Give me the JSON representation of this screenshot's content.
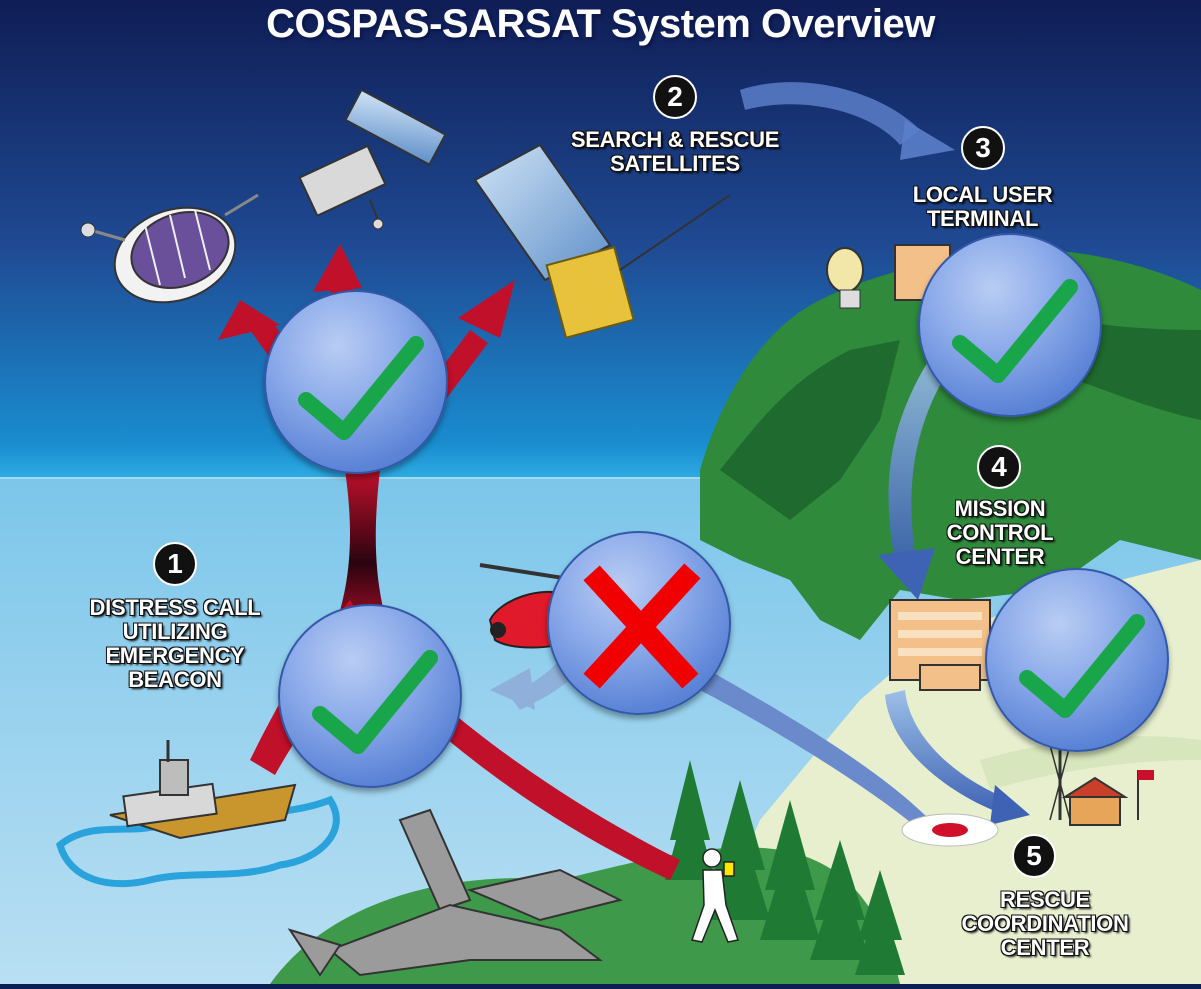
{
  "title": "COSPAS-SARSAT System Overview",
  "steps": [
    {
      "number": "1",
      "label_lines": [
        "DISTRESS CALL",
        "UTILIZING",
        "EMERGENCY",
        "BEACON"
      ]
    },
    {
      "number": "2",
      "label_lines": [
        "SEARCH & RESCUE",
        "SATELLITES"
      ]
    },
    {
      "number": "3",
      "label_lines": [
        "LOCAL USER",
        "TERMINAL"
      ]
    },
    {
      "number": "4",
      "label_lines": [
        "MISSION",
        "CONTROL",
        "CENTER"
      ]
    },
    {
      "number": "5",
      "label_lines": [
        "RESCUE",
        "COORDINATION",
        "CENTER"
      ]
    }
  ],
  "status_marks": [
    {
      "id": "satellites-uplink",
      "status": "check"
    },
    {
      "id": "emergency-beacon",
      "status": "check"
    },
    {
      "id": "helicopter-link",
      "status": "cross"
    },
    {
      "id": "local-user-terminal",
      "status": "check"
    },
    {
      "id": "mission-control-center",
      "status": "check"
    }
  ],
  "colors": {
    "check": "#19a64a",
    "cross": "#f00000",
    "signal": "#c0102a",
    "flow_arrow": "#5a7ec8"
  }
}
